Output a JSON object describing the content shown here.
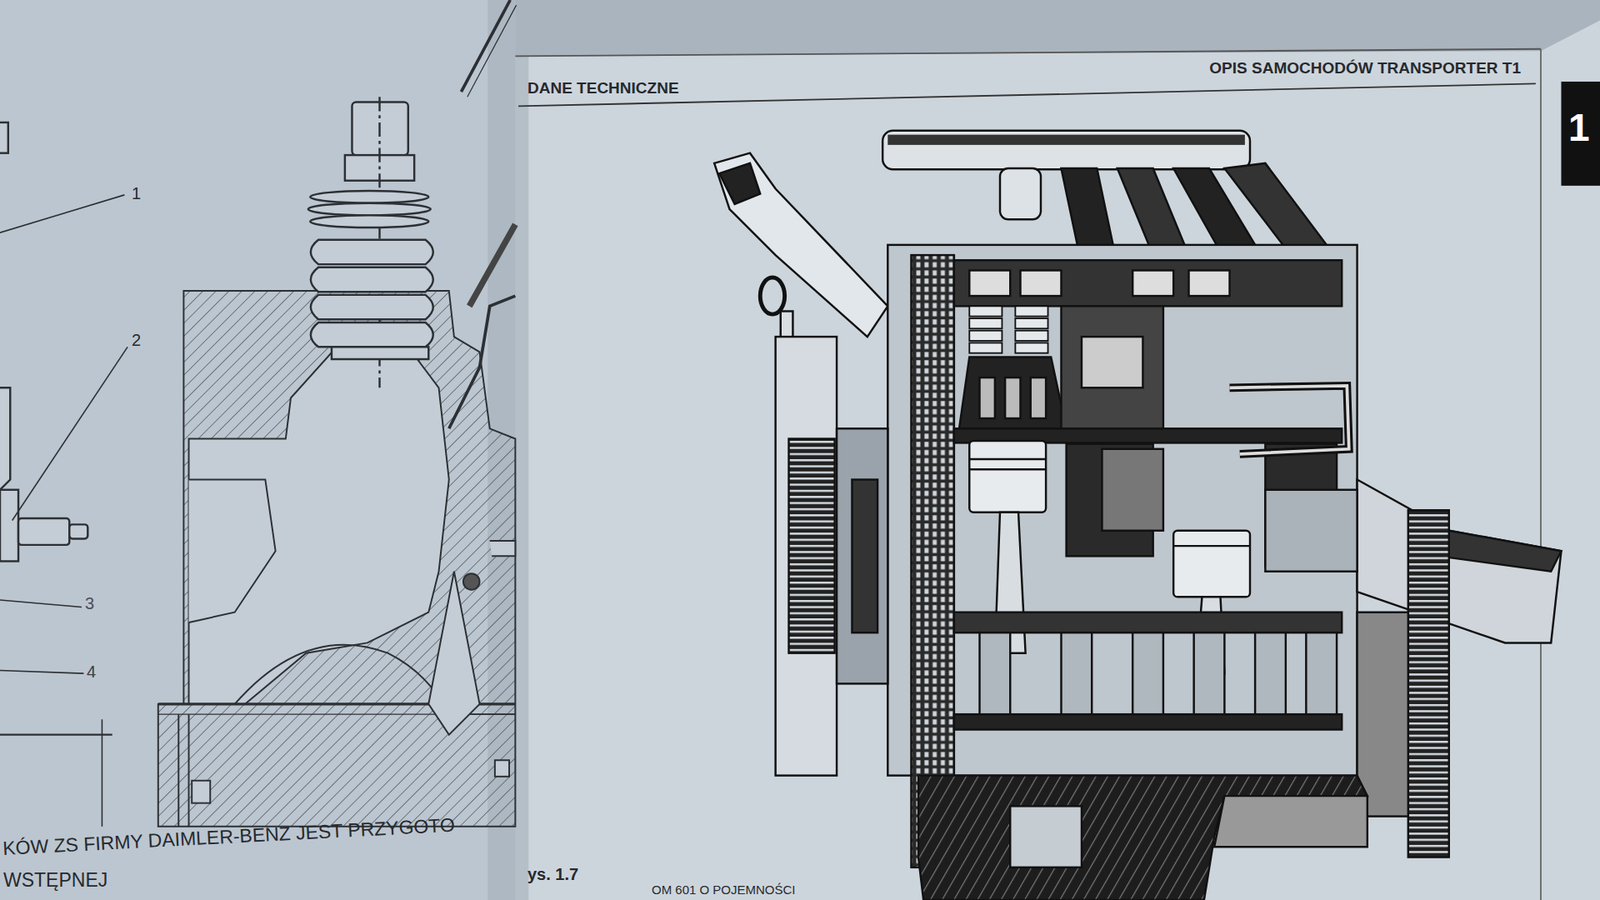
{
  "diagram": {
    "labels": [
      "DANE TECHNICZNE",
      "OPIS SAMOCHODÓW TRANSPORTER T1",
      "1",
      "1",
      "2",
      "3",
      "4",
      "KÓW ZS FIRMY DAIMLER-BENZ JEST PRZYGOTO",
      "WSTĘPNEJ",
      "ys. 1.7",
      "OM 601 O POJEMNOŚCI"
    ]
  }
}
